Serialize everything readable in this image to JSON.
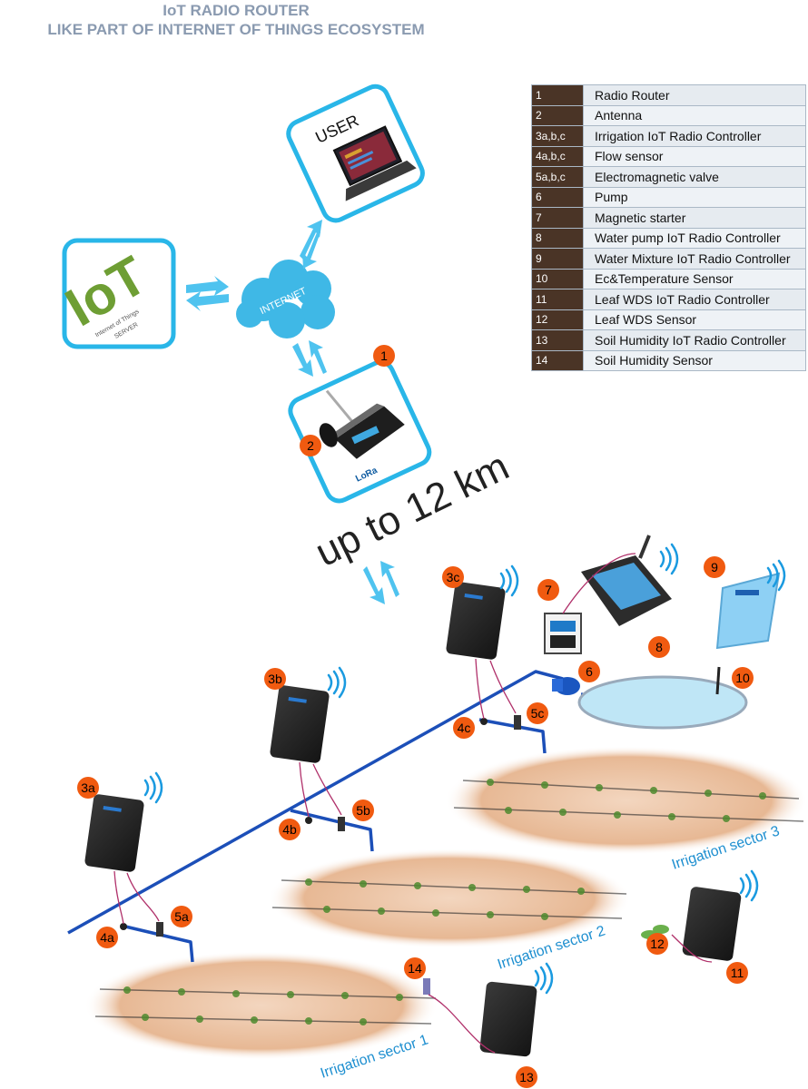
{
  "title": {
    "line1": "IoT RADIO ROUTER",
    "line2": "LIKE PART OF INTERNET OF THINGS ECOSYSTEM"
  },
  "nodes": {
    "user": "USER",
    "internet": "INTERNET",
    "iot_big": "IoT",
    "iot_sub1": "Internet of Things",
    "iot_sub2": "SERVER",
    "lora": "LoRa",
    "range": "up to 12 km"
  },
  "legend": [
    {
      "num": "1",
      "label": "Radio Router"
    },
    {
      "num": "2",
      "label": "Antenna"
    },
    {
      "num": "3a,b,c",
      "label": "Irrigation IoT Radio Controller"
    },
    {
      "num": "4a,b,c",
      "label": "Flow sensor"
    },
    {
      "num": "5a,b,c",
      "label": "Electromagnetic valve"
    },
    {
      "num": "6",
      "label": "Pump"
    },
    {
      "num": "7",
      "label": "Magnetic starter"
    },
    {
      "num": "8",
      "label": "Water pump IoT Radio Controller"
    },
    {
      "num": "9",
      "label": "Water Mixture IoT Radio Controller"
    },
    {
      "num": "10",
      "label": "Ec&Temperature Sensor"
    },
    {
      "num": "11",
      "label": "Leaf WDS IoT Radio Controller"
    },
    {
      "num": "12",
      "label": "Leaf WDS Sensor"
    },
    {
      "num": "13",
      "label": "Soil Humidity IoT Radio Controller"
    },
    {
      "num": "14",
      "label": "Soil Humidity Sensor"
    }
  ],
  "badges": [
    "1",
    "2",
    "3a",
    "3b",
    "3c",
    "4a",
    "4b",
    "4c",
    "5a",
    "5b",
    "5c",
    "6",
    "7",
    "8",
    "9",
    "10",
    "11",
    "12",
    "13",
    "14"
  ],
  "sectors": {
    "s1": "Irrigation sector 1",
    "s2": "Irrigation sector 2",
    "s3": "Irrigation sector 3"
  },
  "colors": {
    "accent_cyan": "#29b6e8",
    "badge_orange": "#f05a10",
    "pipe_blue": "#1c4fb8",
    "legend_num_bg": "#4a3426",
    "legend_label_bg": "#e6ebf0",
    "sector_text": "#1e8fd0"
  }
}
